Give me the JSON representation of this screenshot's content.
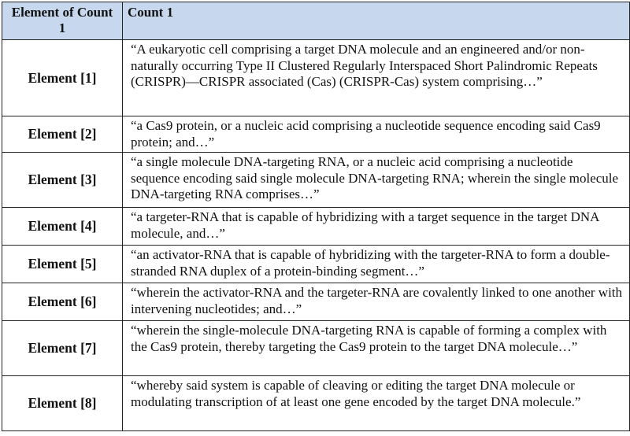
{
  "table": {
    "headers": [
      "Element of Count 1",
      "Count 1"
    ],
    "rows": [
      {
        "label": "Element [1]",
        "text": "“A eukaryotic cell comprising a target DNA molecule and an engineered and/or non-naturally occurring Type II Clustered Regularly Interspaced Short Palindromic Repeats (CRISPR)—CRISPR associated (Cas) (CRISPR-Cas) system comprising…”"
      },
      {
        "label": "Element [2]",
        "text": "“a Cas9 protein, or a nucleic acid comprising a nucleotide sequence encoding said Cas9 protein; and…”"
      },
      {
        "label": "Element [3]",
        "text": "“a single molecule DNA-targeting RNA, or a nucleic acid comprising a nucleotide sequence encoding said single molecule DNA-targeting RNA; wherein the single molecule DNA-targeting RNA comprises…”"
      },
      {
        "label": "Element [4]",
        "text": "“a targeter-RNA that is capable of hybridizing with a target sequence in the target DNA molecule, and…”"
      },
      {
        "label": "Element [5]",
        "text": "“an activator-RNA that is capable of hybridizing with the targeter-RNA to form a double-stranded RNA duplex of a protein-binding segment…”"
      },
      {
        "label": "Element [6]",
        "text": "“wherein the activator-RNA and the targeter-RNA are covalently linked to one another with intervening nucleotides; and…”"
      },
      {
        "label": "Element [7]",
        "text": "“wherein the single-molecule DNA-targeting RNA is capable of forming a complex with the Cas9 protein, thereby targeting the Cas9 protein to the target DNA molecule…”"
      },
      {
        "label": "Element [8]",
        "text": "“whereby said system is capable of cleaving or editing the target DNA molecule or modulating transcription of at least one gene encoded by the target DNA molecule.”"
      }
    ]
  }
}
